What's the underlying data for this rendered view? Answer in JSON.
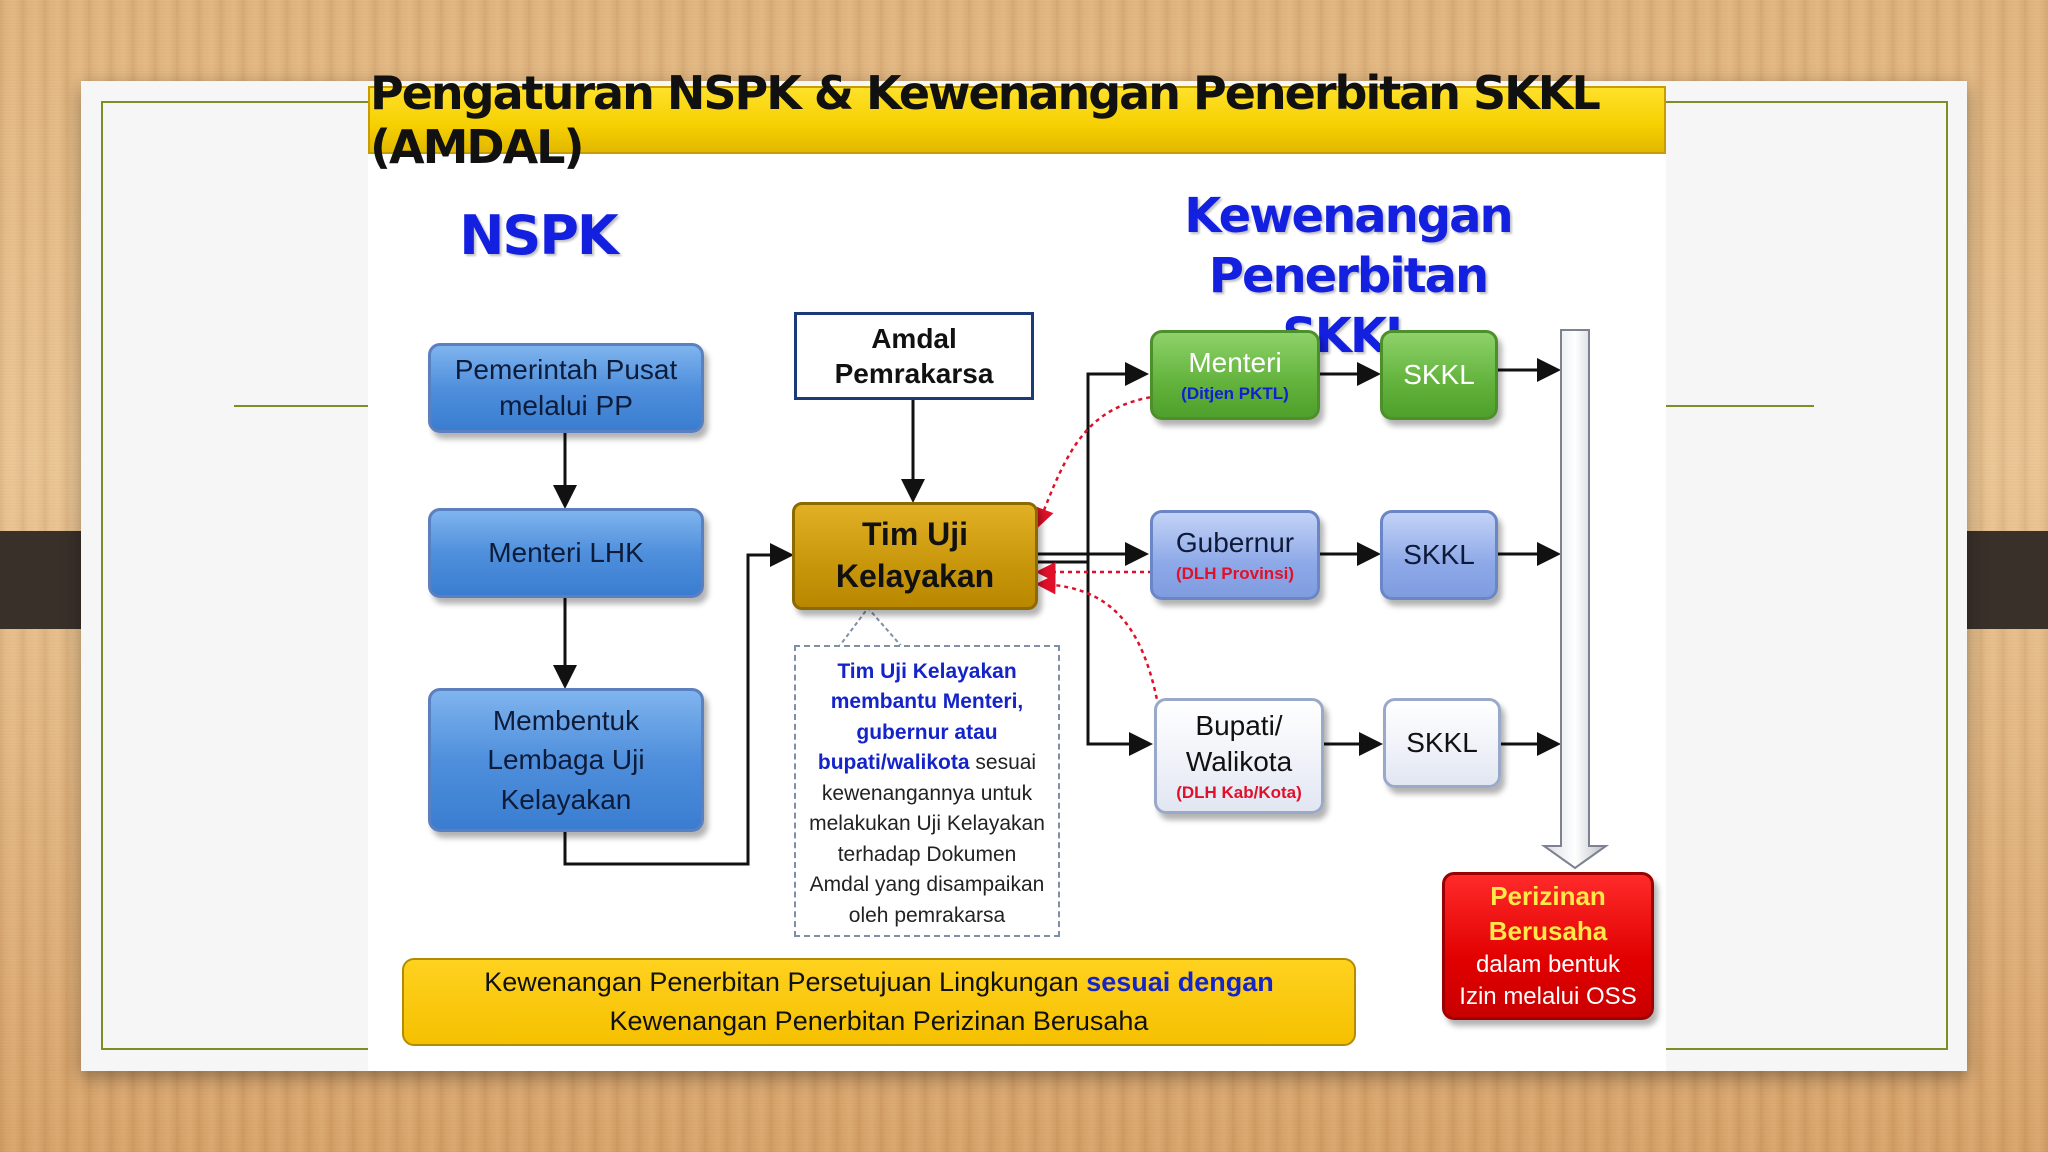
{
  "title": "Pengaturan NSPK & Kewenangan Penerbitan SKKL (AMDAL)",
  "headings": {
    "nspk": "NSPK",
    "kewenangan_line1": "Kewenangan",
    "kewenangan_line2": "Penerbitan SKKL"
  },
  "nspk_chain": {
    "pemerintah_line1": "Pemerintah Pusat",
    "pemerintah_line2": "melalui PP",
    "menteri_lhk": "Menteri LHK",
    "membentuk_line1": "Membentuk",
    "membentuk_line2": "Lembaga Uji",
    "membentuk_line3": "Kelayakan"
  },
  "amdal": {
    "line1": "Amdal",
    "line2": "Pemrakarsa"
  },
  "tim_uji": {
    "line1": "Tim Uji",
    "line2": "Kelayakan"
  },
  "authorities": {
    "menteri": {
      "label": "Menteri",
      "sub": "(Ditjen PKTL)"
    },
    "gubernur": {
      "label": "Gubernur",
      "sub": "(DLH Provinsi)"
    },
    "bupati": {
      "line1": "Bupati/",
      "line2": "Walikota",
      "sub": "(DLH Kab/Kota)"
    }
  },
  "skkl": {
    "s1": "SKKL",
    "s2": "SKKL",
    "s3": "SKKL"
  },
  "note": {
    "hl1": "Tim Uji Kelayakan",
    "hl2": "membantu Menteri,",
    "hl3": "gubernur atau",
    "hl4": "bupati/walikota",
    "t4": " sesuai",
    "t5": "kewenangannya untuk",
    "t6": "melakukan Uji Kelayakan",
    "t7": "terhadap Dokumen",
    "t8": "Amdal yang disampaikan",
    "t9": "oleh pemrakarsa"
  },
  "perizinan": {
    "line1": "Perizinan",
    "line2": "Berusaha",
    "line3": "dalam bentuk",
    "line4": "Izin melalui  OSS"
  },
  "bottom": {
    "part1": "Kewenangan Penerbitan Persetujuan Lingkungan ",
    "highlight": "sesuai dengan",
    "line2": "Kewenangan Penerbitan Perizinan Berusaha"
  },
  "colors": {
    "banner": "#f5cf00",
    "heading": "#1420e0",
    "nspk_box": "#4f8fdc",
    "tim_uji": "#c8960a",
    "menteri": "#62b23c",
    "gubernur": "#8ea9e8",
    "perizinan": "#e10000"
  }
}
